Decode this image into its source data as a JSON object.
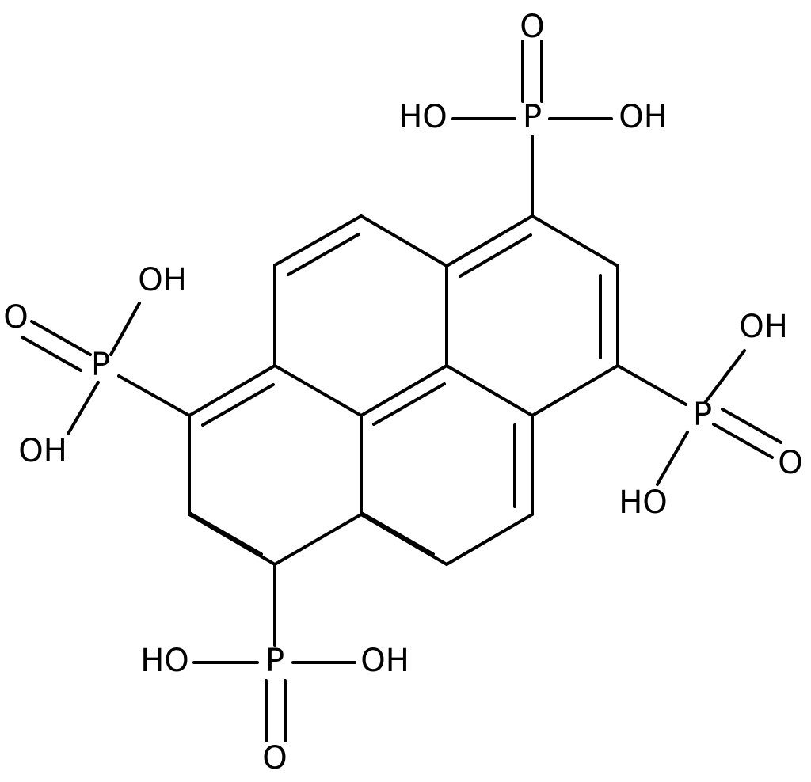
{
  "molecule": {
    "labels": {
      "a1": "O",
      "a2": "HO",
      "a3": "P",
      "a4": "OH",
      "a5": "OH",
      "a6": "O",
      "a7": "P",
      "a8": "HO",
      "a9": "OH",
      "a10": "P",
      "a11": "O",
      "a12": "OH",
      "a13": "HO",
      "a14": "P",
      "a15": "OH",
      "a16": "O"
    }
  },
  "colors": {
    "line": "#000000",
    "background": "#ffffff"
  }
}
